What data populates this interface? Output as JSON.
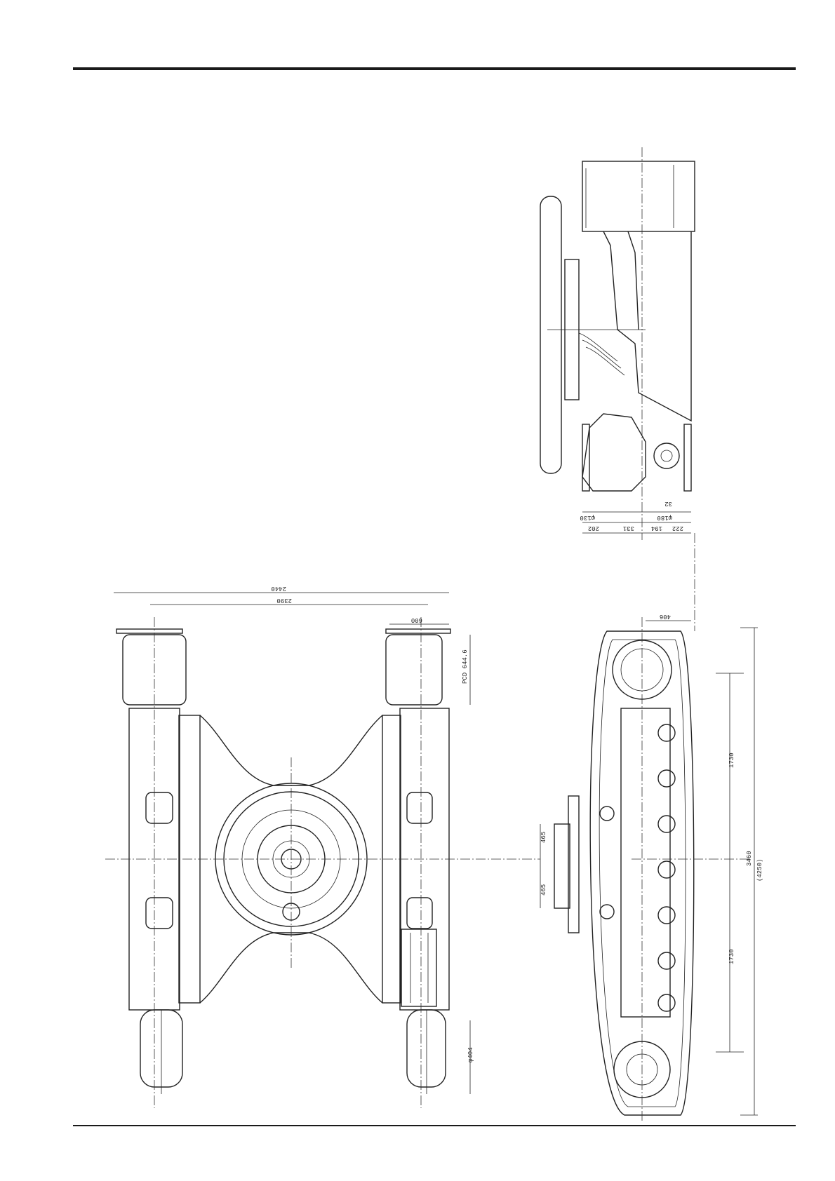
{
  "dimensions": {
    "side_view": [
      "202",
      "331",
      "194",
      "222",
      "φ130",
      "φ180",
      "32"
    ],
    "top_view": [
      "2440",
      "2390",
      "600",
      "PCD 644.6",
      "φ404"
    ],
    "track_view": [
      "406",
      "465",
      "465",
      "1730",
      "3460",
      "(4250)",
      "1730"
    ]
  }
}
